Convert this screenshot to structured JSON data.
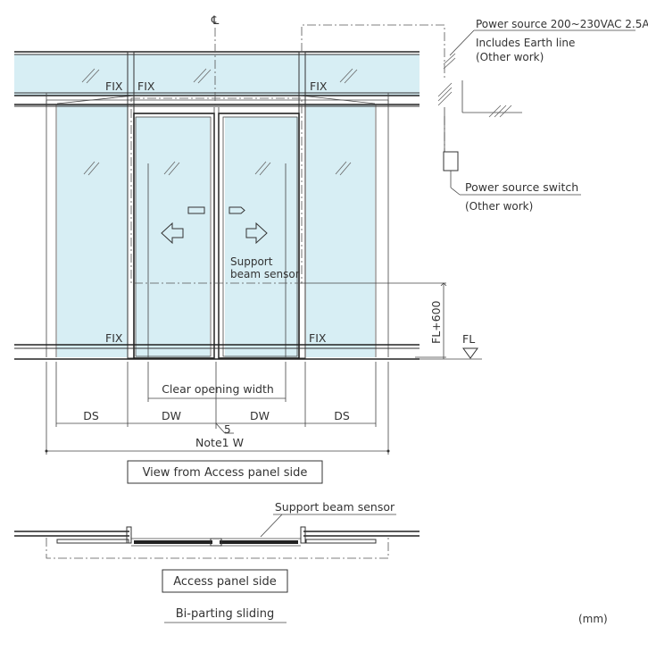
{
  "centerline_symbol": "℄",
  "fix_labels": {
    "top_left": "FIX",
    "top_center": "FIX",
    "top_right": "FIX",
    "bottom_left": "FIX",
    "bottom_right": "FIX"
  },
  "power": {
    "source": "Power source 200~230VAC 2.5A",
    "earth_line": "Includes Earth line",
    "other_work_1": "(Other work)",
    "switch": "Power source switch",
    "other_work_2": "(Other work)"
  },
  "sensor": {
    "line1": "Support",
    "line2": "beam sensor"
  },
  "height_label": "FL+600",
  "floor_label": "FL",
  "dimensions": {
    "clear_opening": "Clear opening width",
    "ds_left": "DS",
    "dw_left": "DW",
    "dw_right": "DW",
    "ds_right": "DS",
    "gap": "5",
    "overall": "Note1 W"
  },
  "view_caption": "View from Access panel side",
  "plan": {
    "sensor_label": "Support beam sensor",
    "access_side": "Access panel side",
    "type_caption": "Bi-parting sliding"
  },
  "unit_label": "(mm)"
}
